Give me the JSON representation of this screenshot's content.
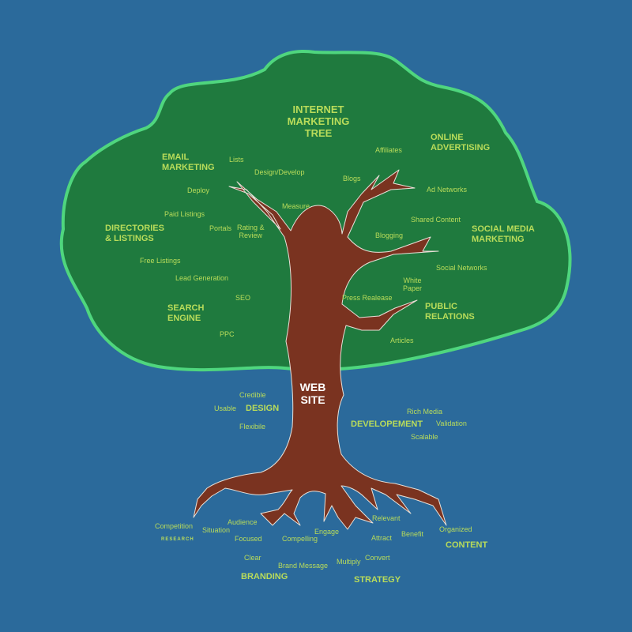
{
  "colors": {
    "background": "#2b6a9b",
    "canopy": "#1f7a3e",
    "canopy_outline": "#4fd67e",
    "trunk": "#7a3320",
    "text": "#b9dc5a"
  },
  "title": [
    "INTERNET",
    "MARKETING",
    "TREE"
  ],
  "trunk_label": [
    "WEB",
    "SITE"
  ],
  "branches": {
    "email_marketing": {
      "title": [
        "EMAIL",
        "MARKETING"
      ],
      "items": [
        "Lists",
        "Design/Develop",
        "Deploy",
        "Measure"
      ]
    },
    "online_advertising": {
      "title": [
        "ONLINE",
        "ADVERTISING"
      ],
      "items": [
        "Affiliates",
        "Blogs",
        "Ad Networks"
      ]
    },
    "directories": {
      "title": [
        "DIRECTORIES",
        "& LISTINGS"
      ],
      "items": [
        "Paid Listings",
        "Portals",
        "Rating &",
        "Review",
        "Free Listings",
        "Lead Generation"
      ]
    },
    "social_media": {
      "title": [
        "SOCIAL MEDIA",
        "MARKETING"
      ],
      "items": [
        "Shared Content",
        "Blogging",
        "Social Networks"
      ]
    },
    "search_engine": {
      "title": [
        "SEARCH",
        "ENGINE"
      ],
      "items": [
        "SEO",
        "PPC"
      ]
    },
    "public_relations": {
      "title": [
        "PUBLIC",
        "RELATIONS"
      ],
      "items": [
        "White",
        "Paper",
        "Press Realease",
        "Articles"
      ]
    }
  },
  "roots": {
    "design": {
      "title": "DESIGN",
      "items": [
        "Credible",
        "Usable",
        "Flexibile"
      ]
    },
    "development": {
      "title": "DEVELOPEMENT",
      "items": [
        "Rich Media",
        "Validation",
        "Scalable"
      ]
    },
    "research": {
      "title": "RESEARCH",
      "items": [
        "Competition",
        "Situation"
      ]
    },
    "branding": {
      "title": "BRANDING",
      "items": [
        "Audience",
        "Focused",
        "Clear",
        "Brand Message",
        "Compelling"
      ]
    },
    "strategy": {
      "title": "STRATEGY",
      "items": [
        "Engage",
        "Multiply",
        "Convert",
        "Attract"
      ]
    },
    "content": {
      "title": "CONTENT",
      "items": [
        "Relevant",
        "Benefit",
        "Organized"
      ]
    }
  }
}
